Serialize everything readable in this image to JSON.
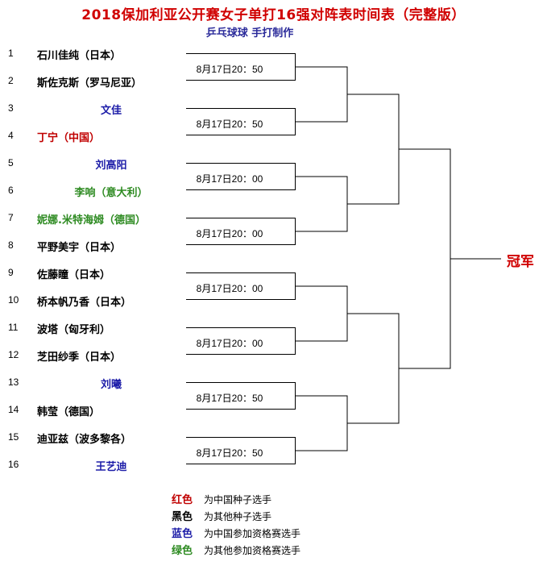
{
  "title": "2018保加利亚公开赛女子单打16强对阵表时间表（完整版）",
  "subtitle": "乒乓球球    手打制作",
  "players": [
    {
      "seed": "1",
      "name": "石川佳纯（日本）",
      "color": "black",
      "align": "left"
    },
    {
      "seed": "2",
      "name": "斯佐克斯（罗马尼亚）",
      "color": "black",
      "align": "left"
    },
    {
      "seed": "3",
      "name": "文佳",
      "color": "blue",
      "align": "center"
    },
    {
      "seed": "4",
      "name": "丁宁（中国）",
      "color": "red",
      "align": "left"
    },
    {
      "seed": "5",
      "name": "刘高阳",
      "color": "blue",
      "align": "center"
    },
    {
      "seed": "6",
      "name": "李响（意大利）",
      "color": "green",
      "align": "center"
    },
    {
      "seed": "7",
      "name": "妮娜.米特海姆（德国）",
      "color": "green",
      "align": "left"
    },
    {
      "seed": "8",
      "name": "平野美宇（日本）",
      "color": "black",
      "align": "left"
    },
    {
      "seed": "9",
      "name": "佐藤瞳（日本）",
      "color": "black",
      "align": "left"
    },
    {
      "seed": "10",
      "name": "桥本帆乃香（日本）",
      "color": "black",
      "align": "left"
    },
    {
      "seed": "11",
      "name": "波塔（匈牙利）",
      "color": "black",
      "align": "left"
    },
    {
      "seed": "12",
      "name": "芝田纱季（日本）",
      "color": "black",
      "align": "left"
    },
    {
      "seed": "13",
      "name": "刘曦",
      "color": "blue",
      "align": "center"
    },
    {
      "seed": "14",
      "name": "韩莹（德国）",
      "color": "black",
      "align": "left"
    },
    {
      "seed": "15",
      "name": "迪亚兹（波多黎各）",
      "color": "black",
      "align": "left"
    },
    {
      "seed": "16",
      "name": "王艺迪",
      "color": "blue",
      "align": "center"
    }
  ],
  "matches": [
    {
      "time": "8月17日20：50"
    },
    {
      "time": "8月17日20：50"
    },
    {
      "time": "8月17日20：00"
    },
    {
      "time": "8月17日20：00"
    },
    {
      "time": "8月17日20：00"
    },
    {
      "time": "8月17日20：00"
    },
    {
      "time": "8月17日20：50"
    },
    {
      "time": "8月17日20：50"
    }
  ],
  "champion": "冠军",
  "legend": [
    {
      "key": "红色",
      "desc": "为中国种子选手",
      "color": "#c00000"
    },
    {
      "key": "黑色",
      "desc": "为其他种子选手",
      "color": "#000000"
    },
    {
      "key": "蓝色",
      "desc": "为中国参加资格赛选手",
      "color": "#1c1ca8"
    },
    {
      "key": "绿色",
      "desc": "为其他参加资格赛选手",
      "color": "#2e8b22"
    }
  ]
}
